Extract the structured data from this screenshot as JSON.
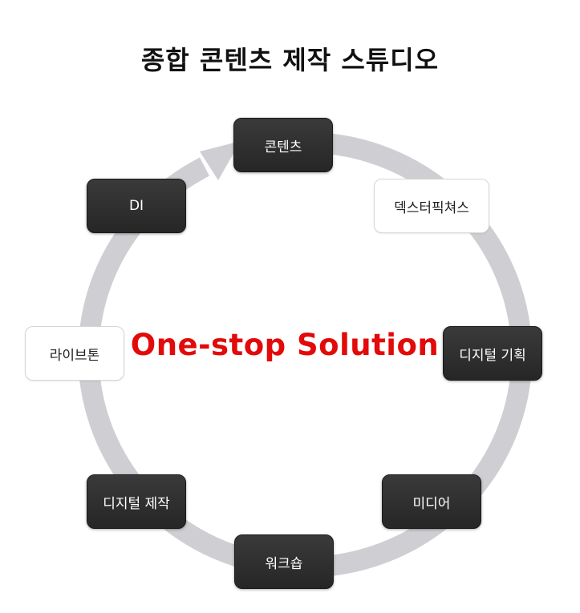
{
  "title": "종합 콘텐츠 제작 스튜디오",
  "center_label": "One-stop Solution",
  "colors": {
    "ring": "#cfcfd3",
    "dark_node": "#2e2e2e",
    "light_node": "#ffffff",
    "center_text": "#e20a0a"
  },
  "nodes": [
    {
      "label": "콘텐츠",
      "style": "dark"
    },
    {
      "label": "덱스터픽쳐스",
      "style": "light"
    },
    {
      "label": "디지털 기획",
      "style": "dark"
    },
    {
      "label": "미디어",
      "style": "dark"
    },
    {
      "label": "워크숍",
      "style": "dark"
    },
    {
      "label": "디지털 제작",
      "style": "dark"
    },
    {
      "label": "라이브톤",
      "style": "light"
    },
    {
      "label": "DI",
      "style": "dark"
    }
  ]
}
